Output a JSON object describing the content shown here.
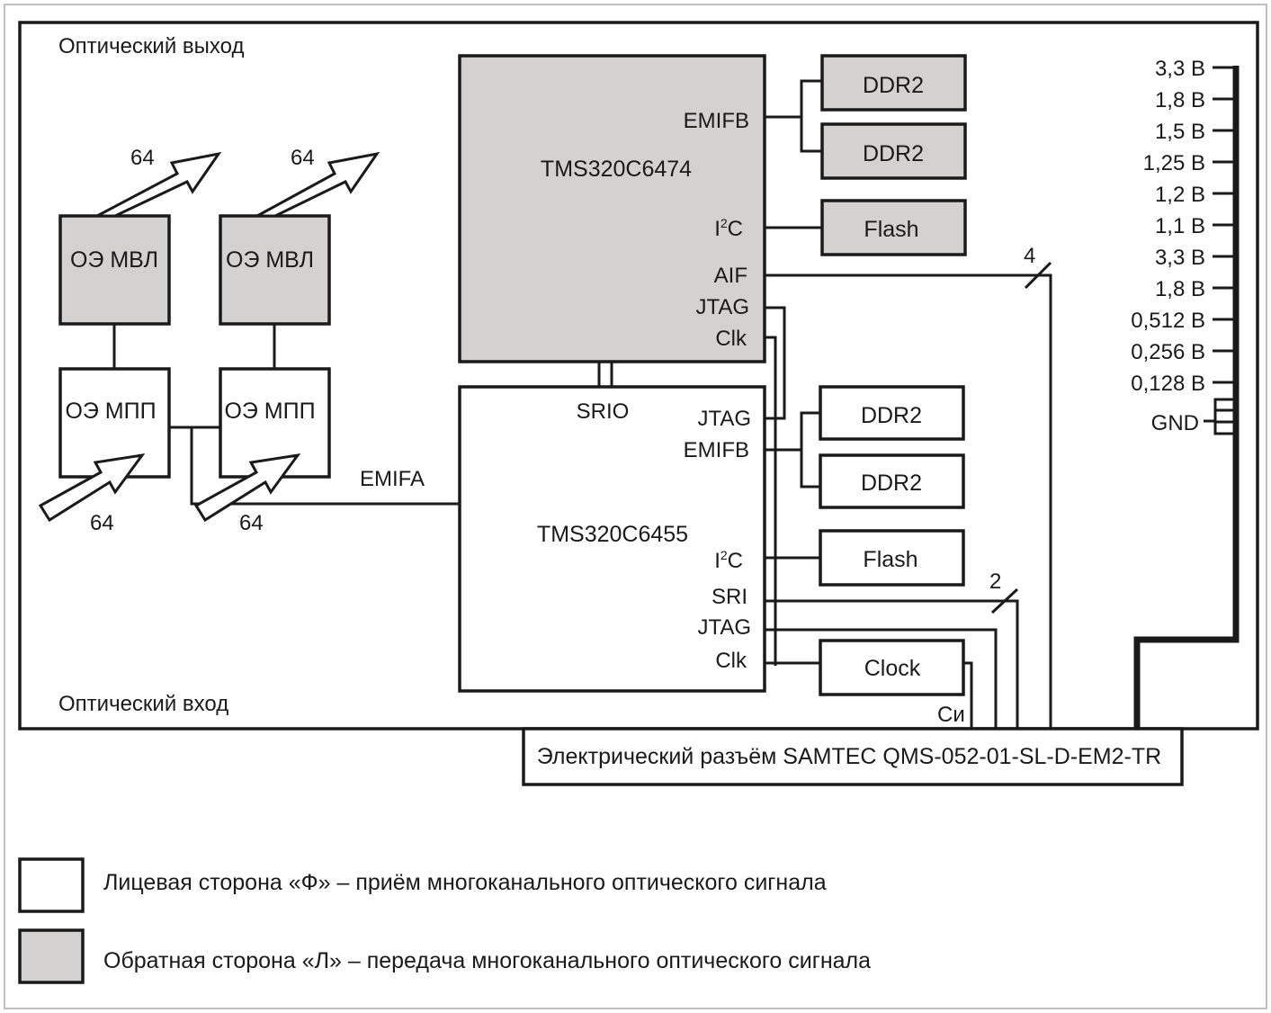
{
  "colors": {
    "front_side": "#ffffff",
    "back_side": "#d4d1d1",
    "line": "#1a1a1a",
    "frame": "#bfbfbf"
  },
  "labels": {
    "optical_output": "Оптический выход",
    "optical_input": "Оптический вход",
    "arrow_out_1": "64",
    "arrow_out_2": "64",
    "arrow_in_1": "64",
    "arrow_in_2": "64",
    "emifa": "EMIFA",
    "bus_width_aif": "4",
    "bus_width_sri": "2",
    "si": "Си"
  },
  "blocks": {
    "oe_mvl_1": "ОЭ МВЛ",
    "oe_mvl_2": "ОЭ МВЛ",
    "oe_mpp_1": "ОЭ МПП",
    "oe_mpp_2": "ОЭ МПП",
    "dsp1": {
      "name": "TMS320C6474",
      "ports": {
        "emifb": "EMIFB",
        "i2c_base": "I",
        "i2c_sup": "2",
        "i2c_tail": "C",
        "aif": "AIF",
        "jtag": "JTAG",
        "clk": "Clk"
      }
    },
    "dsp2": {
      "name": "TMS320C6455",
      "ports": {
        "srio": "SRIO",
        "jtag_top": "JTAG",
        "emifb": "EMIFB",
        "i2c_base": "I",
        "i2c_sup": "2",
        "i2c_tail": "C",
        "sri": "SRI",
        "jtag": "JTAG",
        "clk": "Clk"
      }
    },
    "ddr2_1": "DDR2",
    "ddr2_2": "DDR2",
    "flash_1": "Flash",
    "ddr2_3": "DDR2",
    "ddr2_4": "DDR2",
    "flash_2": "Flash",
    "clock": "Clock",
    "connector": "Электрический разъём SAMTEC QMS-052-01-SL-D-EM2-TR"
  },
  "power_rails": [
    "3,3 В",
    "1,8 В",
    "1,5 В",
    "1,25 В",
    "1,2 В",
    "1,1 В",
    "3,3 В",
    "1,8 В",
    "0,512 В",
    "0,256 В",
    "0,128 В"
  ],
  "gnd": "GND",
  "legend": [
    {
      "swatch": "white",
      "text": "Лицевая сторона «Ф» – приём многоканального оптического сигнала"
    },
    {
      "swatch": "gray",
      "text": "Обратная сторона «Л» – передача многоканального оптического сигнала"
    }
  ]
}
